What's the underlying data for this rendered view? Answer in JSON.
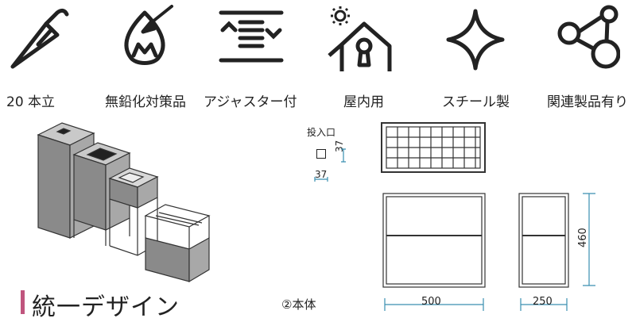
{
  "features": [
    {
      "icon": "umbrella-icon",
      "label": "20 本立"
    },
    {
      "icon": "flame-icon",
      "label": "無鉛化対策品"
    },
    {
      "icon": "adjuster-icon",
      "label": "アジャスター付"
    },
    {
      "icon": "indoor-house-icon",
      "label": "屋内用"
    },
    {
      "icon": "sparkle-steel-icon",
      "label": "スチール製"
    },
    {
      "icon": "related-products-icon",
      "label": "関連製品有り"
    }
  ],
  "section": {
    "title": "統一デザイン"
  },
  "opening": {
    "label": "投入口",
    "size_a": "37",
    "size_b": "37"
  },
  "drawing": {
    "title": "②本体",
    "width": "500",
    "depth": "250",
    "height": "460"
  },
  "colors": {
    "accent_bar": "#c0557e",
    "dimension_lines": "#3a8fb0"
  }
}
